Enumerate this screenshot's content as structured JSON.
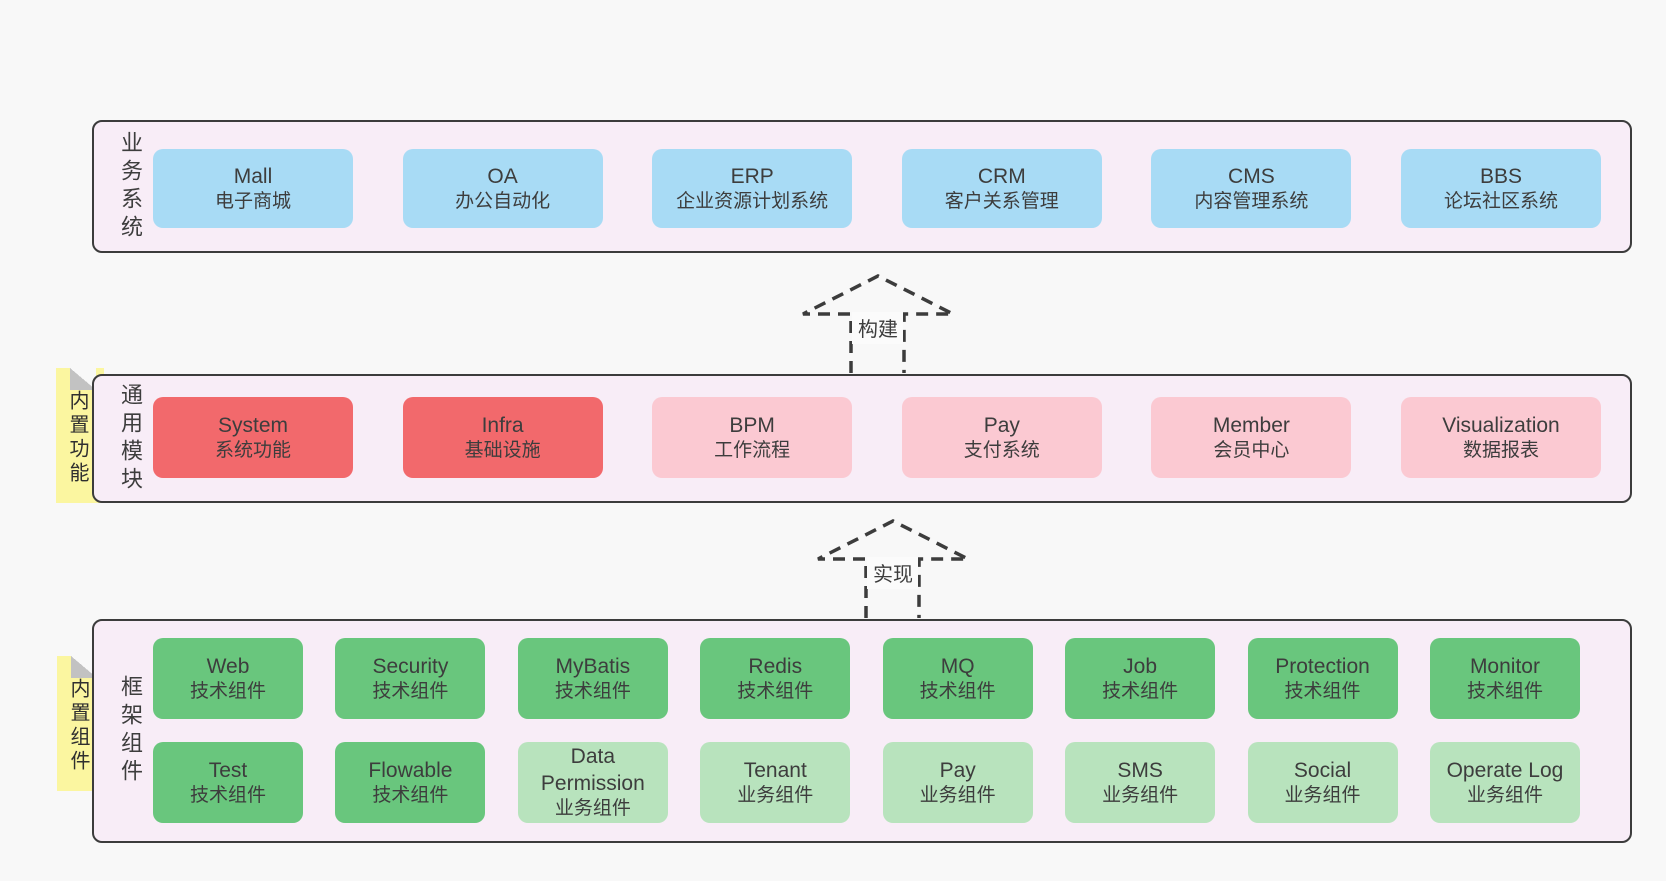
{
  "palette": {
    "page_bg": "#f8f8f8",
    "panel_bg": "#f8edf7",
    "panel_border": "#3c3c3c",
    "blue": "#a8dbf5",
    "red": "#f2696c",
    "pink": "#fbc9d2",
    "green": "#69c67d",
    "light_green": "#b8e3bd",
    "sticky_yellow": "#fbf6a0",
    "text": "#3d3d3d"
  },
  "arrows": [
    {
      "label": "构建"
    },
    {
      "label": "实现"
    }
  ],
  "stickies": [
    {
      "label": "内置功能"
    },
    {
      "label": "内置组件"
    }
  ],
  "layers": {
    "business": {
      "side_label": "业务系统",
      "boxes": [
        {
          "name": "Mall",
          "desc": "电子商城"
        },
        {
          "name": "OA",
          "desc": "办公自动化"
        },
        {
          "name": "ERP",
          "desc": "企业资源计划系统"
        },
        {
          "name": "CRM",
          "desc": "客户关系管理"
        },
        {
          "name": "CMS",
          "desc": "内容管理系统"
        },
        {
          "name": "BBS",
          "desc": "论坛社区系统"
        }
      ]
    },
    "modules": {
      "side_label": "通用模块",
      "boxes": [
        {
          "name": "System",
          "desc": "系统功能"
        },
        {
          "name": "Infra",
          "desc": "基础设施"
        },
        {
          "name": "BPM",
          "desc": "工作流程"
        },
        {
          "name": "Pay",
          "desc": "支付系统"
        },
        {
          "name": "Member",
          "desc": "会员中心"
        },
        {
          "name": "Visualization",
          "desc": "数据报表"
        }
      ]
    },
    "framework": {
      "side_label": "框架组件",
      "row1": [
        {
          "name": "Web",
          "desc": "技术组件"
        },
        {
          "name": "Security",
          "desc": "技术组件"
        },
        {
          "name": "MyBatis",
          "desc": "技术组件"
        },
        {
          "name": "Redis",
          "desc": "技术组件"
        },
        {
          "name": "MQ",
          "desc": "技术组件"
        },
        {
          "name": "Job",
          "desc": "技术组件"
        },
        {
          "name": "Protection",
          "desc": "技术组件"
        },
        {
          "name": "Monitor",
          "desc": "技术组件"
        }
      ],
      "row2": [
        {
          "name": "Test",
          "desc": "技术组件"
        },
        {
          "name": "Flowable",
          "desc": "技术组件"
        },
        {
          "name": "Data Permission",
          "desc": "业务组件"
        },
        {
          "name": "Tenant",
          "desc": "业务组件"
        },
        {
          "name": "Pay",
          "desc": "业务组件"
        },
        {
          "name": "SMS",
          "desc": "业务组件"
        },
        {
          "name": "Social",
          "desc": "业务组件"
        },
        {
          "name": "Operate Log",
          "desc": "业务组件"
        }
      ]
    }
  }
}
